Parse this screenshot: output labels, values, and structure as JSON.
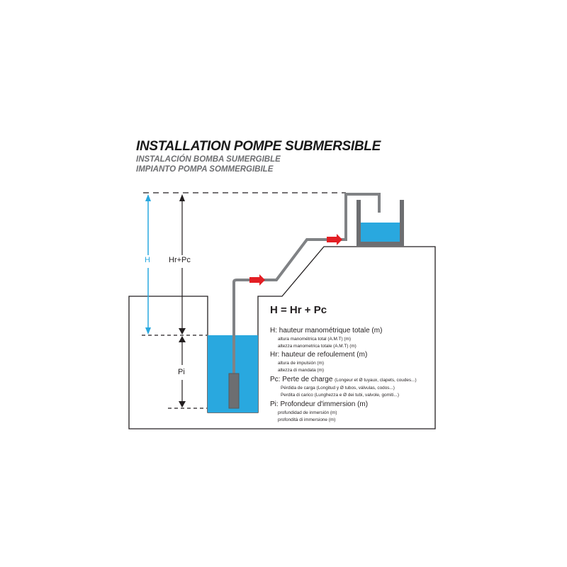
{
  "title": "INSTALLATION POMPE SUBMERSIBLE",
  "subtitles": [
    "INSTALACIÓN BOMBA SUMERGIBLE",
    "IMPIANTO POMPA SOMMERGIBILE"
  ],
  "dimension_labels": {
    "h": "H",
    "hr_pc": "Hr+Pc",
    "pi": "Pi"
  },
  "formula": "H = Hr + Pc",
  "legend": [
    {
      "main": "H: hauteur manométrique totale (m)",
      "sub": [
        "altura manométrica total (A.M.T) (m)",
        "altezza manometrica totale (A.M.T) (m)"
      ]
    },
    {
      "main": "Hr: hauteur de refoulement (m)",
      "sub": [
        "altura de impulsión (m)",
        "altezza di mandata (m)"
      ]
    },
    {
      "main": "Pc: Perte de charge",
      "note": "(Longeur et Ø tuyaux, clapets, coudes...)",
      "sub": [
        "Pérdida de carga (Longitud y Ø tubos, válvulas, codos...)",
        "Perdita di carico (Lunghezza e Ø dei tubi, valvole, gomiti...)"
      ]
    },
    {
      "main": "Pi: Profondeur d'immersion (m)",
      "sub": [
        "profundidad de inmersión (m)",
        "profondità di immersione (m)"
      ]
    }
  ],
  "colors": {
    "water": "#29a8df",
    "pipe": "#808285",
    "pump": "#6d6e71",
    "arrow": "#e31e24",
    "h_arrow": "#29a8df"
  }
}
